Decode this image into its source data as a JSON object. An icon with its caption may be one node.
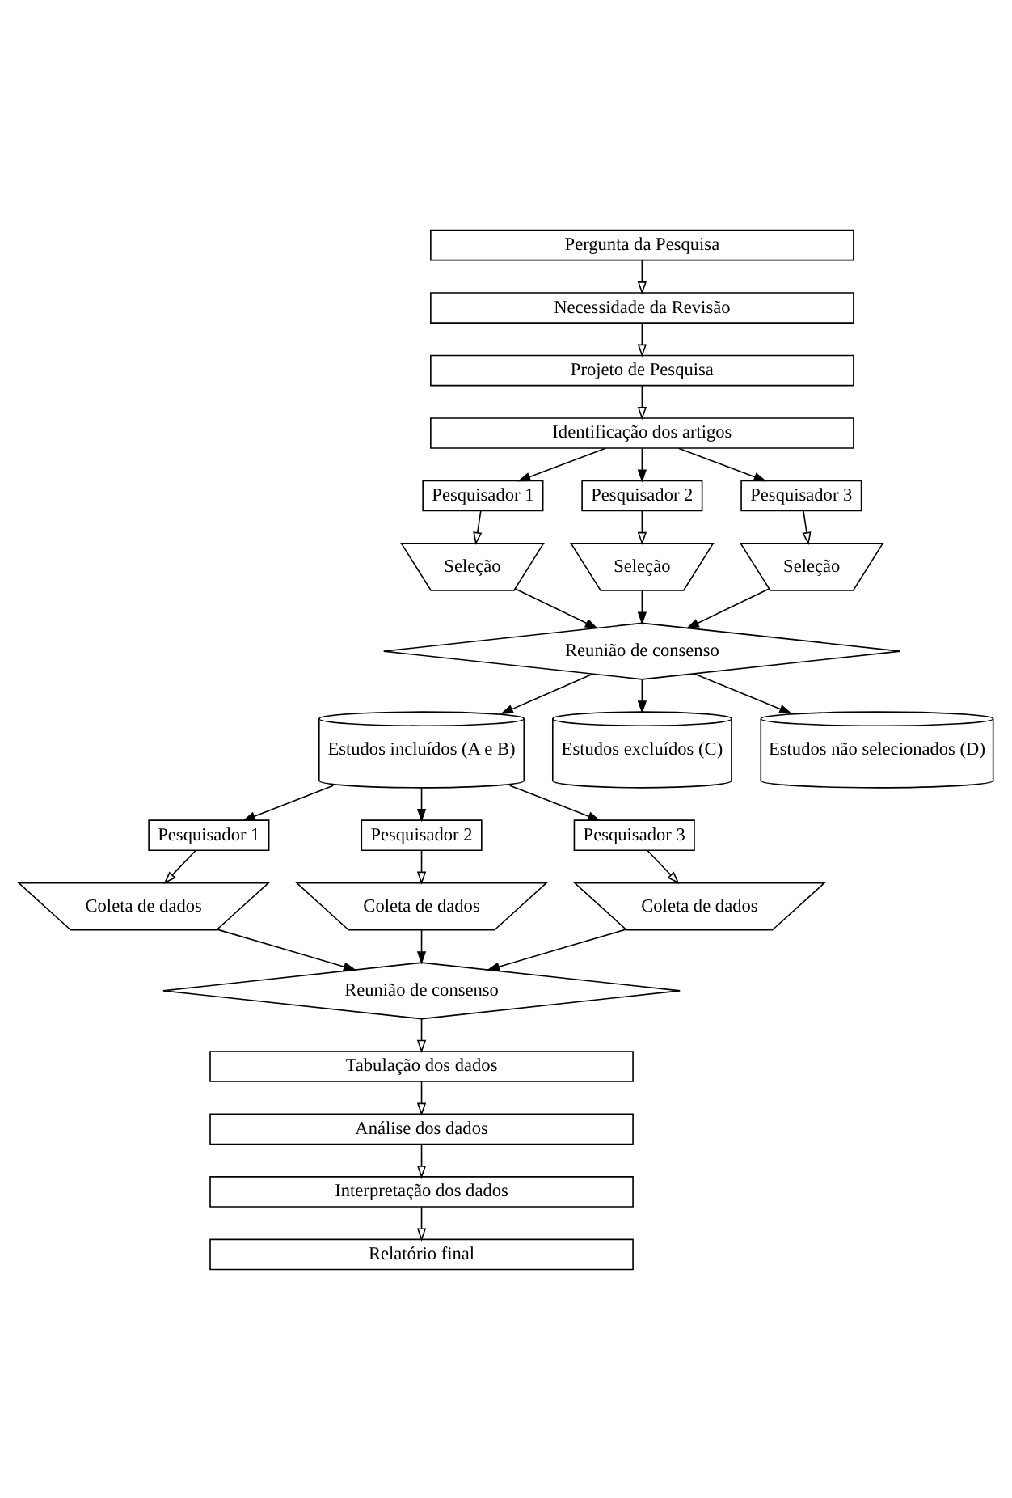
{
  "diagram": {
    "nodes": [
      {
        "text": [
          "Pergunta da Pesquisa"
        ]
      },
      {
        "text": [
          "Necessidade da Revisão"
        ]
      },
      {
        "text": [
          "Projeto de Pesquisa"
        ]
      },
      {
        "text": [
          "Identificação dos artigos"
        ]
      },
      {
        "text": [
          "Pesquisador 1"
        ]
      },
      {
        "text": [
          "Pesquisador 2"
        ]
      },
      {
        "text": [
          "Pesquisador 3"
        ]
      },
      {
        "text": [
          "Seleção"
        ]
      },
      {
        "text": [
          "Seleção"
        ]
      },
      {
        "text": [
          "Seleção"
        ]
      },
      {
        "text": [
          "Reunião de consenso"
        ]
      },
      {
        "text": [
          "Estudos incluídos (A e B)"
        ]
      },
      {
        "text": [
          "Estudos excluídos (C)"
        ]
      },
      {
        "text": [
          "Estudos não selecionados (D)"
        ]
      },
      {
        "text": [
          "Pesquisador 1"
        ]
      },
      {
        "text": [
          "Coleta de dados"
        ]
      },
      {
        "text": [
          "Pesquisador 2"
        ]
      },
      {
        "text": [
          "Coleta de dados"
        ]
      },
      {
        "text": [
          "Pesquisador 3"
        ]
      },
      {
        "text": [
          "Coleta de dados"
        ]
      },
      {
        "text": [
          "Reunião de consenso"
        ]
      },
      {
        "text": [
          "Tabulação dos dados"
        ]
      },
      {
        "text": [
          "Análise dos dados"
        ]
      },
      {
        "text": [
          "Interpretação dos dados"
        ]
      },
      {
        "text": [
          "Relatório final"
        ]
      }
    ],
    "edges": [
      {
        "from": 0,
        "to": 1,
        "arrow": "to"
      },
      {
        "from": 1,
        "to": 2,
        "arrow": "to"
      },
      {
        "from": 2,
        "to": 3,
        "arrow": "to"
      },
      {
        "from": 3,
        "to": 4,
        "arrow": "to"
      },
      {
        "from": 3,
        "to": 5,
        "arrow": "to"
      },
      {
        "from": 3,
        "to": 6,
        "arrow": "to"
      },
      {
        "from": 4,
        "to": 7,
        "arrow": "to"
      },
      {
        "from": 5,
        "to": 8,
        "arrow": "to"
      },
      {
        "from": 6,
        "to": 9,
        "arrow": "to"
      },
      {
        "from": 7,
        "to": 10,
        "arrow": "to"
      },
      {
        "from": 8,
        "to": 10,
        "arrow": "to"
      },
      {
        "from": 9,
        "to": 10,
        "arrow": "to"
      },
      {
        "from": 10,
        "to": 11,
        "arrow": "to"
      },
      {
        "from": 10,
        "to": 12,
        "arrow": "to"
      },
      {
        "from": 10,
        "to": 13,
        "arrow": "to"
      },
      {
        "from": 11,
        "to": 14,
        "arrow": "to"
      },
      {
        "from": 11,
        "to": 16,
        "arrow": "to"
      },
      {
        "from": 11,
        "to": 18,
        "arrow": "to"
      },
      {
        "from": 14,
        "to": 15,
        "arrow": "to"
      },
      {
        "from": 16,
        "to": 17,
        "arrow": "to"
      },
      {
        "from": 18,
        "to": 19,
        "arrow": "to"
      },
      {
        "from": 15,
        "to": 20,
        "arrow": "to"
      },
      {
        "from": 17,
        "to": 20,
        "arrow": "to"
      },
      {
        "from": 19,
        "to": 20,
        "arrow": "to"
      },
      {
        "from": 20,
        "to": 21,
        "arrow": "to"
      },
      {
        "from": 21,
        "to": 22,
        "arrow": "to"
      },
      {
        "from": 22,
        "to": 23,
        "arrow": "to"
      },
      {
        "from": 23,
        "to": 24,
        "arrow": "to"
      }
    ]
  }
}
